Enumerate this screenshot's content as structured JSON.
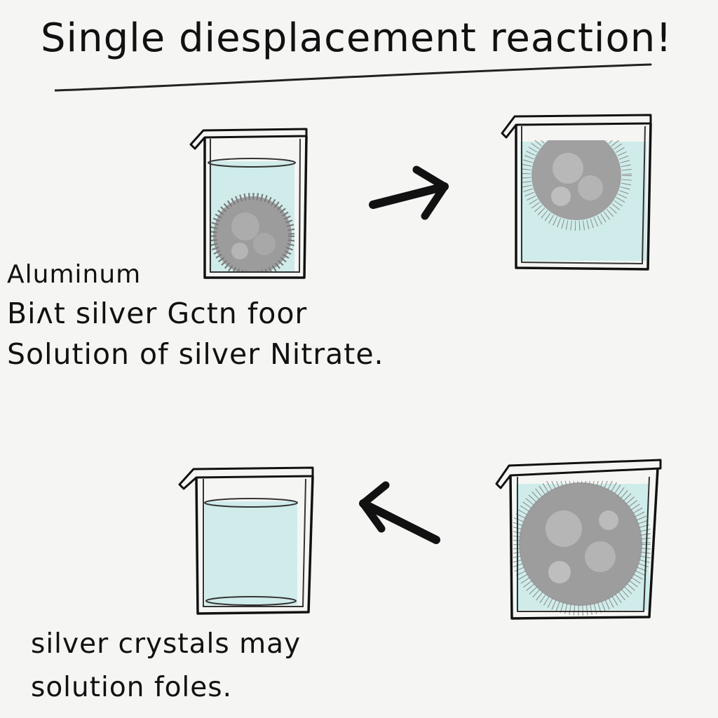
{
  "title": "Single diesplacement reaction!",
  "notes": {
    "aluminum": [
      "Aluminum",
      "Biʌt silver Gctn foor",
      "Solution of silver Nitrate."
    ],
    "silver": [
      "silver crystals may",
      "solution foles."
    ]
  },
  "colors": {
    "ink": "#111111",
    "solution": "#cfecea",
    "crystal": "#9a9a9a",
    "paper": "#f5f6f4"
  },
  "arrows": [
    {
      "name": "arrow-right",
      "direction": "right"
    },
    {
      "name": "arrow-left",
      "direction": "left"
    }
  ]
}
